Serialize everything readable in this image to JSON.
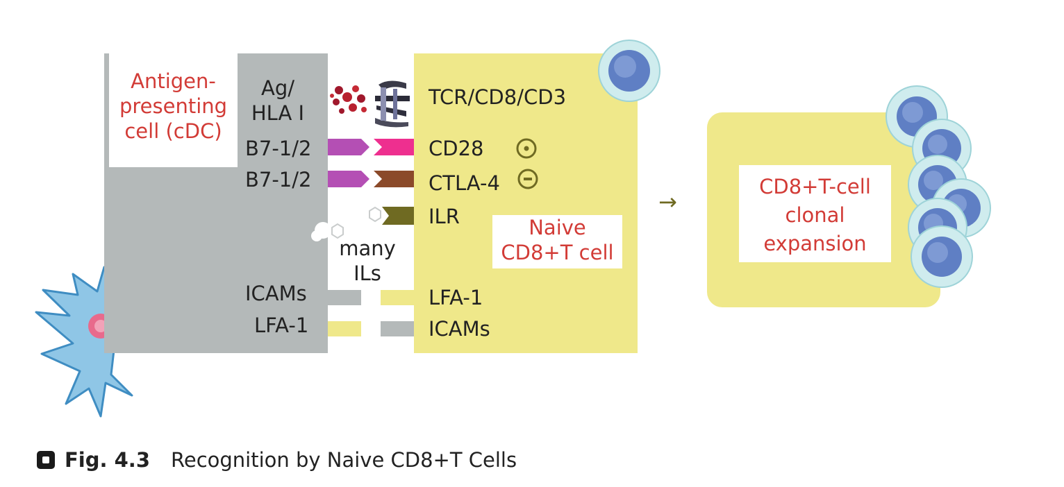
{
  "apc": {
    "title": [
      "Antigen-",
      "presenting",
      "cell (cDC)"
    ],
    "ligands": {
      "ag_hla": [
        "Ag/",
        "HLA I"
      ],
      "b7_a": "B7-1/2",
      "b7_b": "B7-1/2",
      "icams": "ICAMs",
      "lfa1": "LFA-1"
    }
  },
  "tcell": {
    "receptors": {
      "tcr": "TCR/CD8/CD3",
      "cd28": "CD28",
      "ctla4": "CTLA-4",
      "ilr": "ILR",
      "lfa1": "LFA-1",
      "icams": "ICAMs"
    },
    "many_ils": [
      "many",
      "ILs"
    ],
    "title": [
      "Naive",
      "CD8+T cell"
    ]
  },
  "arrow": "→",
  "expansion": {
    "title": [
      "CD8+T-cell",
      "clonal",
      "expansion"
    ]
  },
  "caption": {
    "label": "Fig. 4.3",
    "text": "Recognition by Naive CD8+T Cells"
  },
  "colors": {
    "apc_gray": "#b4b9b9",
    "tcell_yellow": "#efe88a",
    "title_red": "#d23b36",
    "b7_purple": "#b44fb4",
    "cd28_pink": "#ee2f8f",
    "ctla4_brown": "#8b4a2a",
    "ilr_olive": "#6f6a22",
    "cell_blue": "#5f7fc4"
  }
}
